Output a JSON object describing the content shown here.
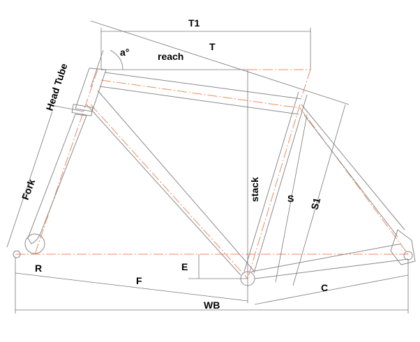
{
  "diagram": {
    "labels": {
      "t1": "T1",
      "t": "T",
      "angle": "a°",
      "reach": "reach",
      "head_tube": "Head Tube",
      "fork": "Fork",
      "stack": "stack",
      "s": "S",
      "s1": "S1",
      "e": "E",
      "f": "F",
      "r": "R",
      "c": "C",
      "wb": "WB"
    },
    "colors": {
      "frame": "#8a8a8a",
      "centerline": "#f08a60",
      "text": "#000000"
    }
  }
}
